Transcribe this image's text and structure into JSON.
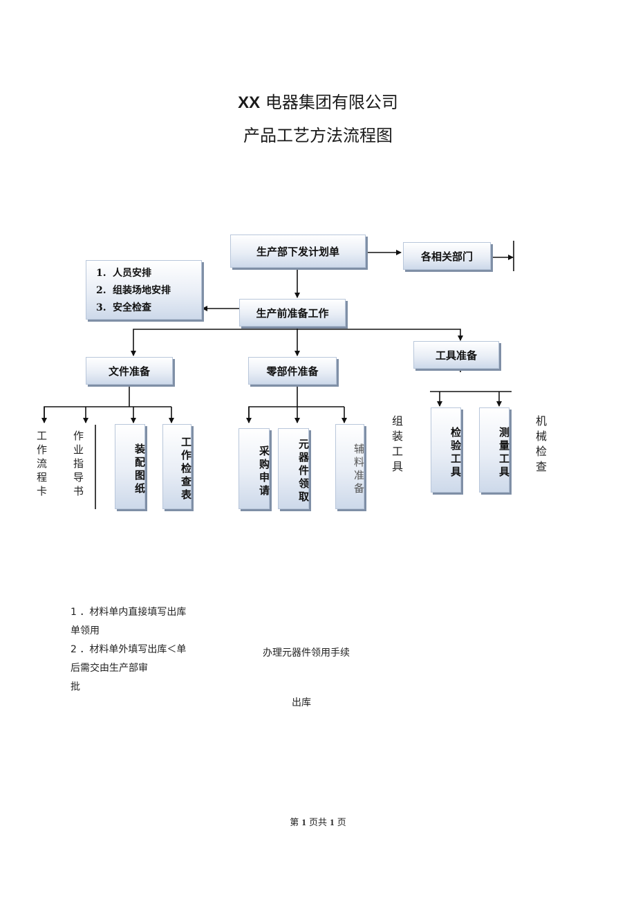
{
  "header": {
    "company_prefix": "XX",
    "company_name": "电器集团有限公司",
    "doc_title": "产品工艺方法流程图"
  },
  "flow": {
    "issue_plan": "生产部下发计划单",
    "related_depts": "各相关部门",
    "pre_production": "生产前准备工作",
    "prep_list": [
      {
        "num": "1.",
        "text": "人员安排"
      },
      {
        "num": "2.",
        "text": "组装场地安排"
      },
      {
        "num": "3.",
        "text": "安全检查"
      }
    ],
    "file_prep": "文件准备",
    "parts_prep": "零部件准备",
    "tool_prep": "工具准备",
    "file_items": [
      "工作流程卡",
      "作业指导书",
      "装配图纸",
      "工作检查表"
    ],
    "parts_items": [
      "采购申请",
      "元器件领取",
      "辅料准备"
    ],
    "tool_left_text": "组装工具",
    "tool_items": [
      "检验工具",
      "测量工具"
    ],
    "tool_right_text": "机械检查"
  },
  "notes": {
    "line1": "1 ．材料单内直接填写出库",
    "line2": "单领用",
    "line3": "2 ．材料单外填写出库＜单",
    "line4": "后需交由生产部审",
    "line5": "批",
    "procedure": "办理元器件领用手续",
    "outbound": "出库"
  },
  "footer": {
    "p1": "第",
    "page": "1",
    "p2": "页共",
    "total": "1",
    "p3": "页"
  }
}
